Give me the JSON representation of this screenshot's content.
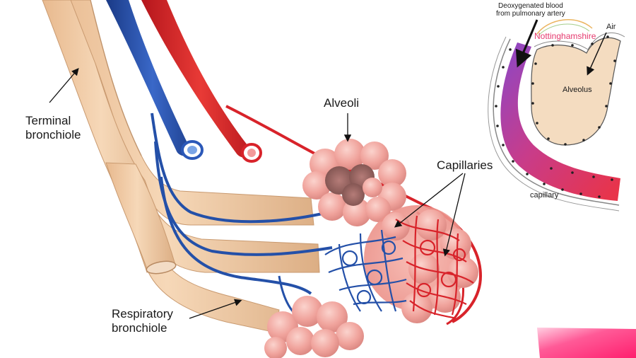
{
  "labels": {
    "terminal_bronchiole": [
      "Terminal",
      "bronchiole"
    ],
    "alveoli": "Alveoli",
    "capillaries": "Capillaries",
    "respiratory_bronchiole": [
      "Respiratory",
      "bronchiole"
    ]
  },
  "inset": {
    "deoxygenated": [
      "Deoxygenated blood",
      "from pulmonary artery"
    ],
    "air": "Air",
    "alveolus": "Alveolus",
    "capillary": "capillary",
    "watermark": "Nottinghamshire"
  },
  "colors": {
    "artery_red": "#d8232a",
    "vein_blue": "#2450a8",
    "bronchiole_tan": "#efcaa4",
    "alveoli_pink": "#f2a7a0",
    "inset_gradient_start": "#8a48c8",
    "inset_gradient_end": "#e8344a",
    "accent_pink": "#ff2a7a"
  }
}
